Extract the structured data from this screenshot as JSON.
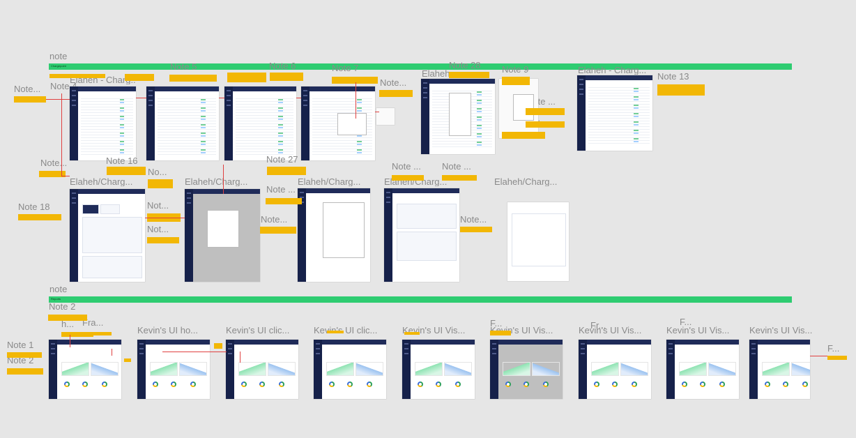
{
  "sections": {
    "top": {
      "heading": "note",
      "band_label": "Chargepoint"
    },
    "bottom": {
      "heading": "note",
      "band_label": "Reports"
    }
  },
  "labels": [
    "Note 4",
    "Elaheh - Charg...",
    "Note 5",
    "Note 6",
    "Note 7",
    "Note...",
    "Note 28",
    "Elaheh -",
    "Note 9",
    "Elaheh - Charg...",
    "Note 13",
    "Note...",
    "Note ...",
    "Note...",
    "Note 16",
    "No...",
    "Note 27",
    "Elaheh/Charg...",
    "Note ...",
    "Note ...",
    "Note 18",
    "Not...",
    "Not...",
    "Note...",
    "Note...",
    "Note 2",
    "h...",
    "Fra...",
    "Kevin's UI ho...",
    "Kevin's UI clic...",
    "Kevin's UI clic...",
    "Kevin's UI Vis...",
    "F...",
    "Kevin's UI Vis...",
    "Fr...",
    "Kevin's UI Vis...",
    "F...",
    "Kevin's UI Vis...",
    "Note 1",
    "Note 2",
    "F..."
  ],
  "colors": {
    "background": "#e6e6e6",
    "band": "#2ecc71",
    "note": "#f2b705",
    "sidebar": "#16214a",
    "connector": "#e04040"
  }
}
